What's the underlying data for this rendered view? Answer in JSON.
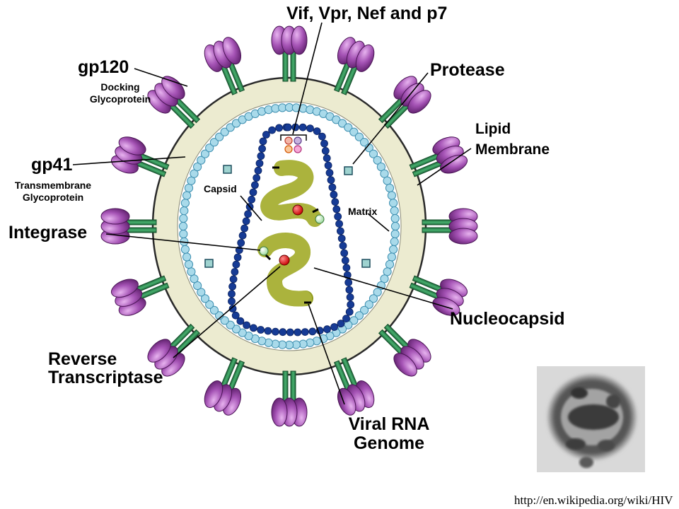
{
  "labels": {
    "vif": "Vif, Vpr, Nef and p7",
    "protease": "Protease",
    "gp120": "gp120",
    "docking_1": "Docking",
    "docking_2": "Glycoprotein",
    "lipid_1": "Lipid",
    "lipid_2": "Membrane",
    "gp41": "gp41",
    "trans_1": "Transmembrane",
    "trans_2": "Glycoprotein",
    "capsid": "Capsid",
    "matrix": "Matrix",
    "integrase": "Integrase",
    "nucleocapsid": "Nucleocapsid",
    "rt_1": "Reverse",
    "rt_2": "Transcriptase",
    "rna_1": "Viral RNA",
    "rna_2": "Genome"
  },
  "source_url": "http://en.wikipedia.org/wiki/HIV",
  "colors": {
    "envelope": "#ecebd0",
    "matrix_bead": "#a9daea",
    "capsid_bead": "#163b95",
    "rna": "#8f9a1b",
    "knob": "#8a3f97",
    "stalk": "#2e8a52",
    "enzyme_red": "#e21a1a",
    "enzyme_green": "#c7f0c2"
  }
}
